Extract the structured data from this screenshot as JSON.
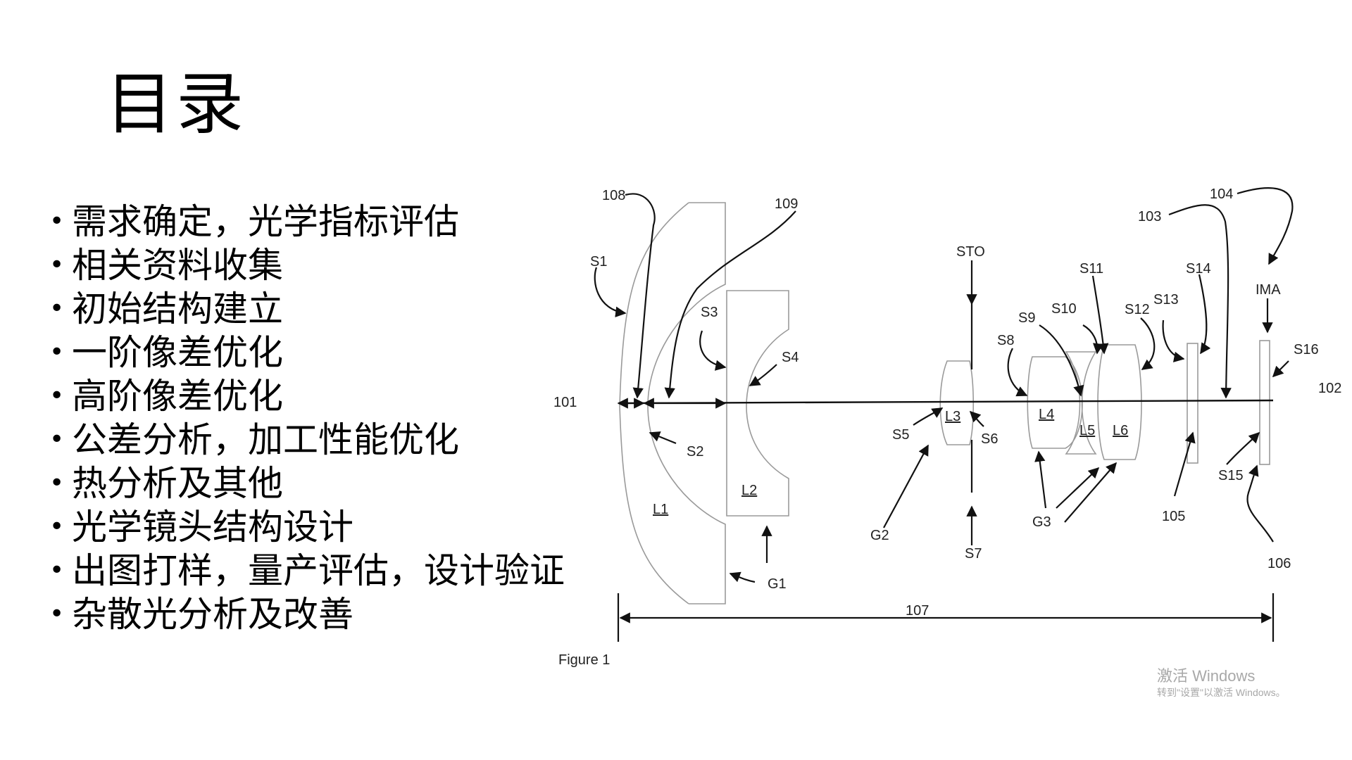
{
  "title": "目录",
  "bullets": [
    "需求确定，光学指标评估",
    "相关资料收集",
    "初始结构建立",
    "一阶像差优化",
    "高阶像差优化",
    "公差分析，加工性能优化",
    "热分析及其他",
    "光学镜头结构设计",
    "出图打样，量产评估，设计验证",
    "杂散光分析及改善"
  ],
  "bullet_glyph": "•",
  "figure": {
    "caption": "Figure 1",
    "labels": {
      "n101": "101",
      "n102": "102",
      "n103": "103",
      "n104": "104",
      "n105": "105",
      "n106": "106",
      "n107": "107",
      "n108": "108",
      "n109": "109",
      "S1": "S1",
      "S2": "S2",
      "S3": "S3",
      "S4": "S4",
      "S5": "S5",
      "S6": "S6",
      "S7": "S7",
      "S8": "S8",
      "S9": "S9",
      "S10": "S10",
      "S11": "S11",
      "S12": "S12",
      "S13": "S13",
      "S14": "S14",
      "S15": "S15",
      "S16": "S16",
      "STO": "STO",
      "IMA": "IMA",
      "L1": "L1",
      "L2": "L2",
      "L3": "L3",
      "L4": "L4",
      "L5": "L5",
      "L6": "L6",
      "G1": "G1",
      "G2": "G2",
      "G3": "G3"
    }
  },
  "watermark": {
    "line1": "激活 Windows",
    "line2": "转到\"设置\"以激活 Windows。"
  }
}
